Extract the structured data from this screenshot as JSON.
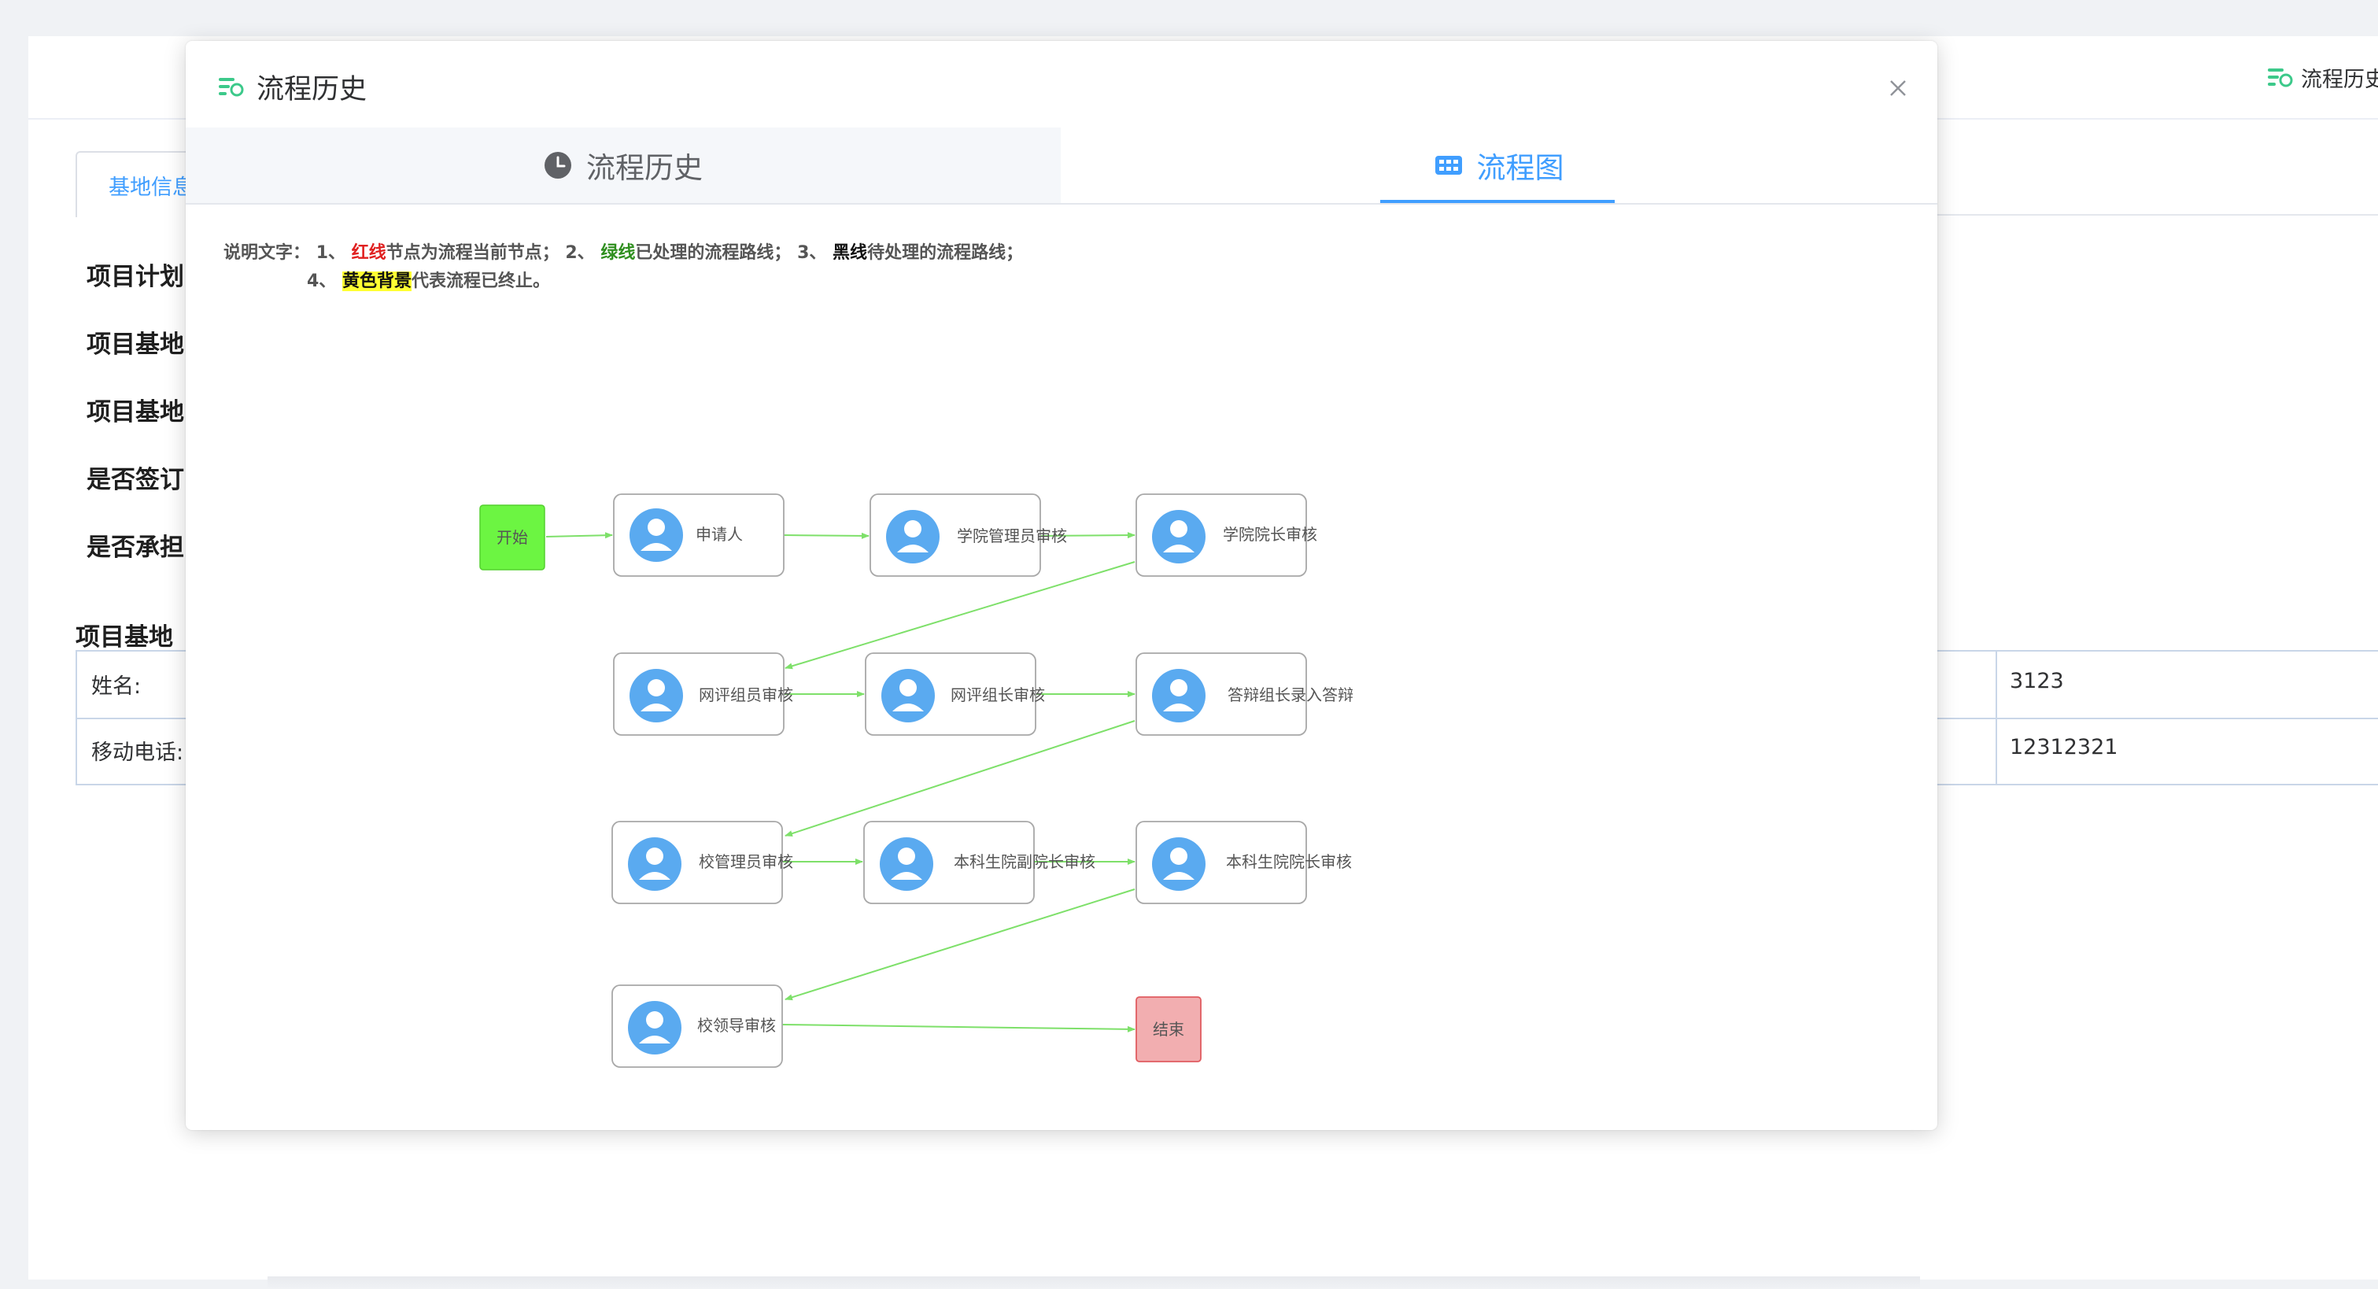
{
  "background": {
    "history_link": "流程历史",
    "tab_label": "基地信息",
    "fields": [
      "项目计划",
      "项目基地",
      "项目基地",
      "是否签订",
      "是否承担"
    ],
    "section_title": "项目基地",
    "table": [
      {
        "label": "姓名:",
        "value": "3123"
      },
      {
        "label": "移动电话:",
        "value": "12312321"
      }
    ]
  },
  "modal": {
    "title": "流程历史",
    "close_icon": "close-icon",
    "tabs": {
      "history": {
        "label": "流程历史",
        "icon": "clock-icon"
      },
      "flow": {
        "label": "流程图",
        "icon": "flowchart-icon",
        "active": true
      }
    },
    "legend": {
      "prefix": "说明文字：",
      "item1_num": "1、",
      "item1_key": "红线",
      "item1_text": "节点为流程当前节点；",
      "item2_num": "2、",
      "item2_key": "绿线",
      "item2_text": "已处理的流程路线；",
      "item3_num": "3、",
      "item3_key": "黑线",
      "item3_text": "待处理的流程路线；",
      "item4_num": "4、",
      "item4_key": "黄色背景",
      "item4_text": "代表流程已终止。"
    },
    "diagram": {
      "start_label": "开始",
      "end_label": "结束",
      "nodes": [
        "申请人",
        "学院管理员审核",
        "学院院长审核",
        "网评组员审核",
        "网评组长审核",
        "答辩组长录入答辩",
        "校管理员审核",
        "本科生院副院长审核",
        "本科生院院长审核",
        "校领导审核"
      ],
      "colors": {
        "start": "#6cf542",
        "end": "#f2aeb0",
        "edge": "#7ee06a",
        "avatar": "#5aaaf0"
      }
    }
  }
}
